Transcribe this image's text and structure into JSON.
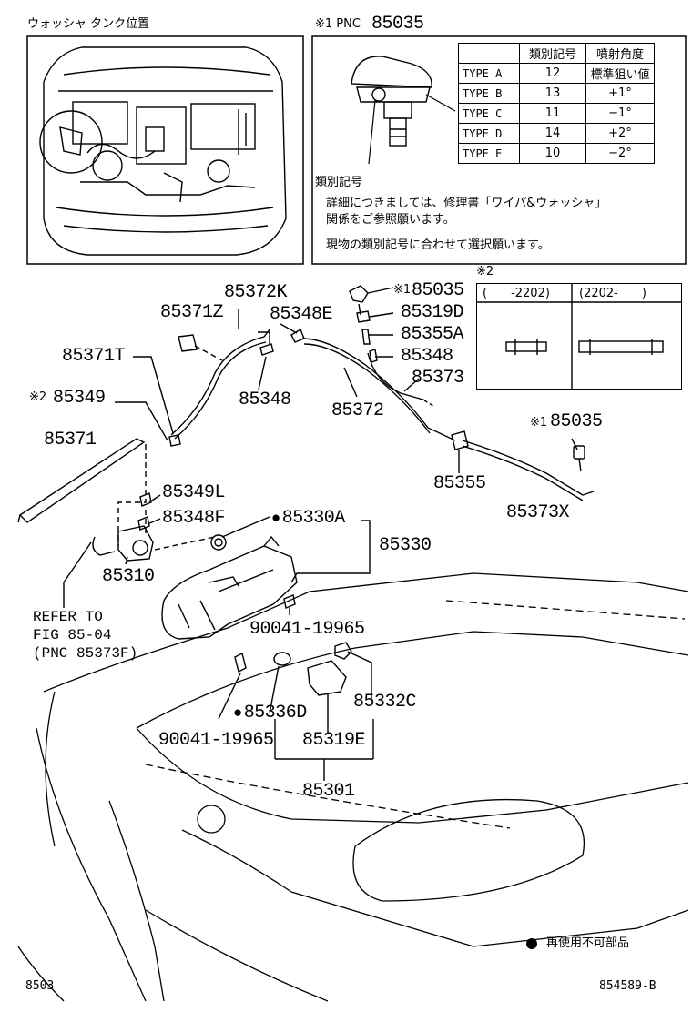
{
  "inset_left": {
    "title": "ウォッシャ タンク位置"
  },
  "inset_right": {
    "title_prefix": "※1 PNC",
    "title_pnc": "85035",
    "table": {
      "headers": [
        "",
        "類別記号",
        "噴射角度"
      ],
      "rows": [
        [
          "TYPE A",
          "12",
          "標準狙い値"
        ],
        [
          "TYPE B",
          "13",
          "+1°"
        ],
        [
          "TYPE C",
          "11",
          "−1°"
        ],
        [
          "TYPE D",
          "14",
          "+2°"
        ],
        [
          "TYPE E",
          "10",
          "−2°"
        ]
      ]
    },
    "callout_label": "類別記号",
    "note_line1": "詳細につきましては、修理書「ワイパ&ウォッシャ」",
    "note_line2": "関係をご参照願います。",
    "note_line3": "現物の類別記号に合わせて選択願います。"
  },
  "inset_variant": {
    "mark": "※2",
    "col1": "(　　-2202)",
    "col2": "(2202-　　)"
  },
  "parts": {
    "p85372K": "85372K",
    "p85371Z": "85371Z",
    "p85348E": "85348E",
    "p85035_top_mark": "※1",
    "p85035_top": "85035",
    "p85319D": "85319D",
    "p85355A": "85355A",
    "p85348_r": "85348",
    "p85373": "85373",
    "p85371T": "85371T",
    "p85349_mark": "※2",
    "p85349": "85349",
    "p85348_c": "85348",
    "p85372": "85372",
    "p85371": "85371",
    "p85035_mid_mark": "※1",
    "p85035_mid": "85035",
    "p85355": "85355",
    "p85349L": "85349L",
    "p85348F": "85348F",
    "p85330A": "85330A",
    "p85373X": "85373X",
    "p85330": "85330",
    "p85310": "85310",
    "p90041a": "90041-19965",
    "p85336D": "85336D",
    "p85332C": "85332C",
    "p90041b": "90041-19965",
    "p85319E": "85319E",
    "p85301": "85301"
  },
  "refer": {
    "line1": "REFER TO",
    "line2": "FIG 85-04",
    "line3": "(PNC 85373F)"
  },
  "legend": {
    "text": "再使用不可部品"
  },
  "footer": {
    "left": "8503",
    "right": "854589-B"
  }
}
